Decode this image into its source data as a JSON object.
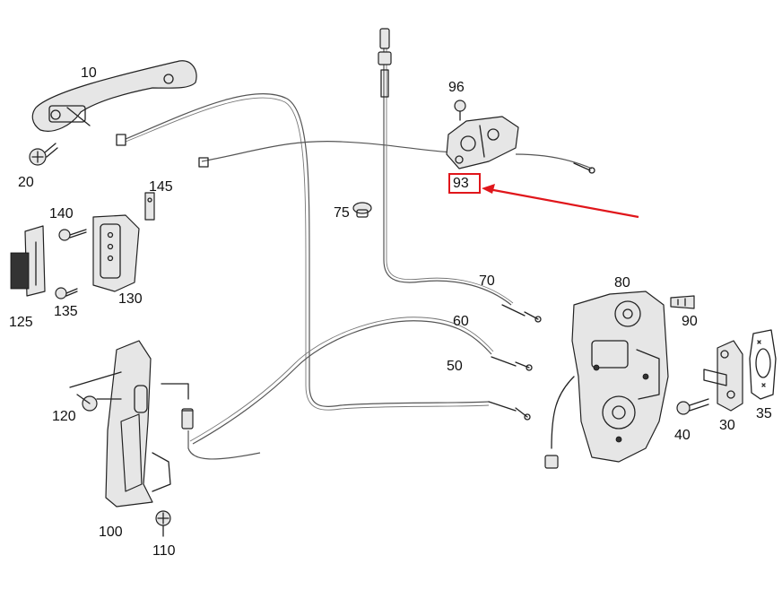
{
  "diagram": {
    "labels": {
      "p10": "10",
      "p20": "20",
      "p30": "30",
      "p35": "35",
      "p40": "40",
      "p50": "50",
      "p60": "60",
      "p70": "70",
      "p75": "75",
      "p80": "80",
      "p90": "90",
      "p93": "93",
      "p96": "96",
      "p100": "100",
      "p110": "110",
      "p120": "120",
      "p125": "125",
      "p130": "130",
      "p135": "135",
      "p140": "140",
      "p145": "145"
    },
    "highlight": {
      "target": "93",
      "color": "#e0161b"
    }
  }
}
